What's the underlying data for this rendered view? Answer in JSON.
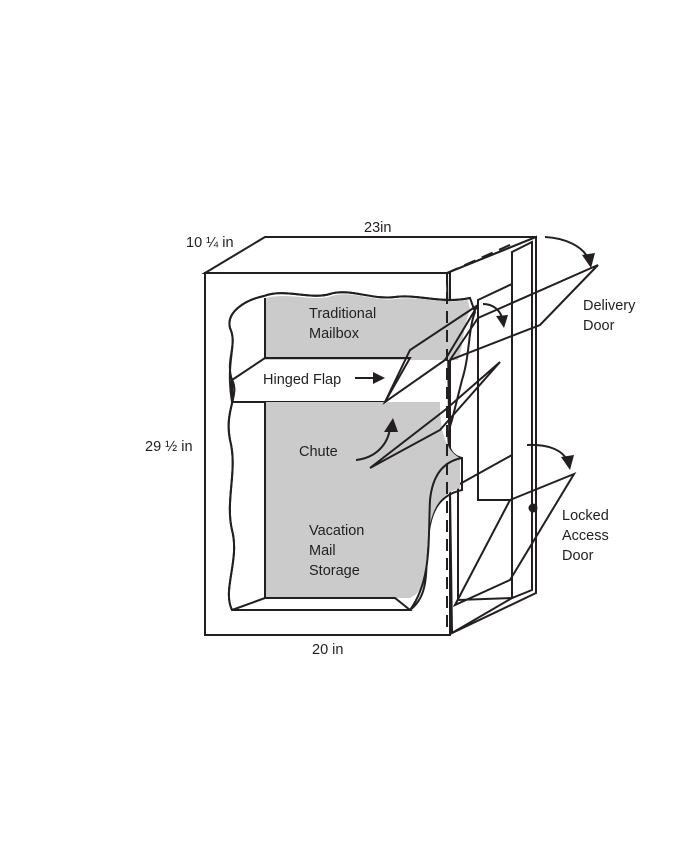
{
  "dimensions": {
    "depth": "10 ¼ in",
    "width_top": "23in",
    "height": "29 ½ in",
    "width_bottom": "20 in"
  },
  "labels": {
    "traditional_mailbox": [
      "Traditional",
      "Mailbox"
    ],
    "hinged_flap": "Hinged Flap",
    "chute": "Chute",
    "vacation_mail_storage": [
      "Vacation",
      "Mail",
      "Storage"
    ],
    "delivery_door": [
      "Delivery",
      "Door"
    ],
    "locked_access_door": [
      "Locked",
      "Access",
      "Door"
    ]
  },
  "colors": {
    "line": "#231f20",
    "interior": "#cbcbcb",
    "background": "#ffffff"
  }
}
